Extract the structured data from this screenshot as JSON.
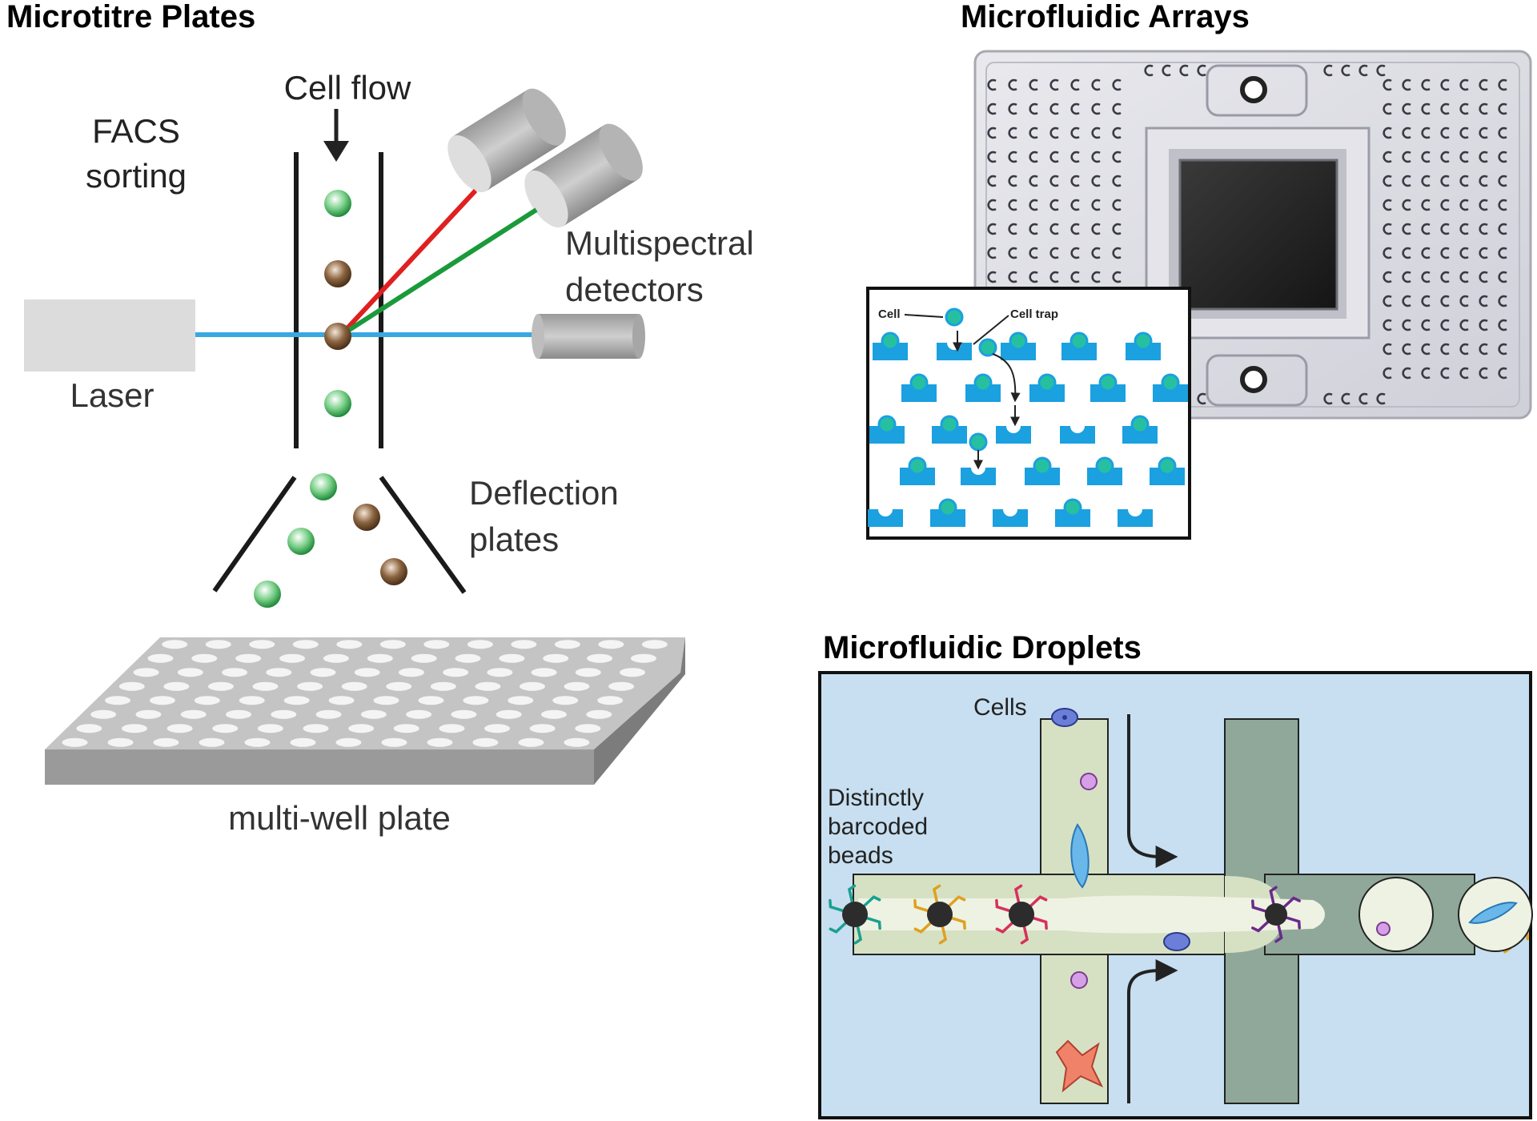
{
  "headings": {
    "microtitre": "Microtitre Plates",
    "arrays": "Microfluidic Arrays",
    "droplets": "Microfluidic Droplets"
  },
  "facs": {
    "title_line1": "FACS",
    "title_line2": "sorting",
    "cell_flow": "Cell flow",
    "detectors_line1": "Multispectral",
    "detectors_line2": "detectors",
    "laser": "Laser",
    "deflection_line1": "Deflection",
    "deflection_line2": "plates",
    "plate": "multi-well plate"
  },
  "arrays": {
    "cell": "Cell",
    "cell_trap": "Cell trap"
  },
  "droplets": {
    "cells": "Cells",
    "beads_line1": "Distinctly",
    "beads_line2": "barcoded",
    "beads_line3": "beads"
  },
  "colors": {
    "laser_beam": "#3aa8e0",
    "detector_red": "#e02020",
    "detector_green": "#1a9a3a",
    "green_cell": "#3fae55",
    "brown_cell": "#6b4a2a",
    "trap_blue": "#1ba0e0",
    "droplet_bg": "#c7dff0",
    "channel_light": "#d6e1c4",
    "channel_dark": "#8fa89a"
  }
}
